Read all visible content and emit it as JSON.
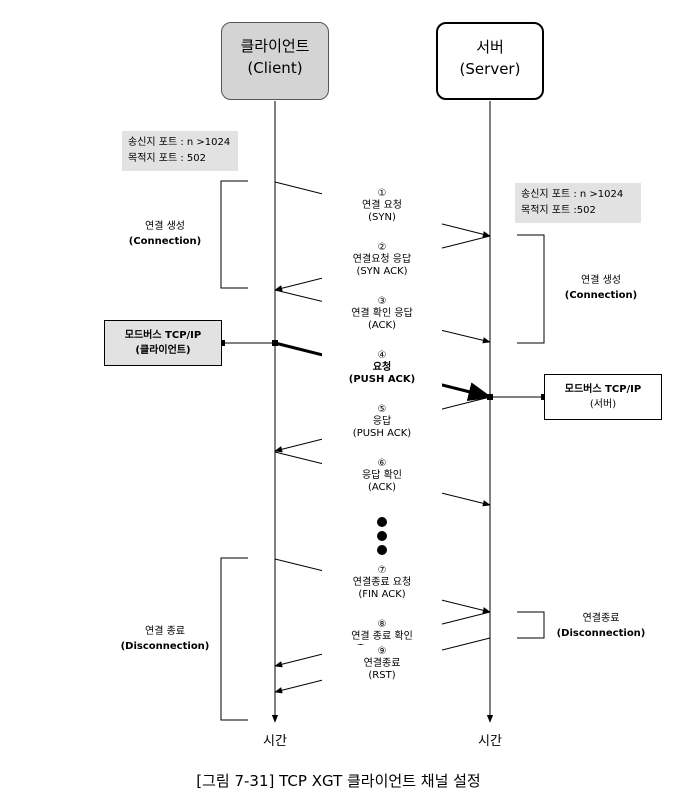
{
  "client": {
    "title": "클라이언트",
    "subtitle": "(Client)"
  },
  "server": {
    "title": "서버",
    "subtitle": "(Server)"
  },
  "client_ports": {
    "line1": "송신지 포트 : n >1024",
    "line2": "목적지 포트 : 502"
  },
  "server_ports": {
    "line1": "송신지 포트 : n >1024",
    "line2": "목적지 포트 :502"
  },
  "phases": {
    "client_connect": {
      "label": "연결 생성",
      "sub": "(Connection)"
    },
    "server_connect": {
      "label": "연결 생성",
      "sub": "(Connection)"
    },
    "client_disconnect": {
      "label": "연결 종료",
      "sub": "(Disconnection)"
    },
    "server_disconnect": {
      "label": "연결종료",
      "sub": "(Disconnection)"
    }
  },
  "modbus_client": {
    "label": "모드버스 TCP/IP",
    "sub": "(클라이언트)"
  },
  "modbus_server": {
    "label": "모드버스 TCP/IP",
    "sub": "(서버)"
  },
  "messages": [
    {
      "num": "①",
      "label": "연결 요청",
      "sub": "(SYN)"
    },
    {
      "num": "②",
      "label": "연결요청 응답",
      "sub": "(SYN ACK)"
    },
    {
      "num": "③",
      "label": "연결 확인 응답",
      "sub": "(ACK)"
    },
    {
      "num": "④",
      "label": "요청",
      "sub": "(PUSH ACK)"
    },
    {
      "num": "⑤",
      "label": "응답",
      "sub": "(PUSH ACK)"
    },
    {
      "num": "⑥",
      "label": "응답 확인",
      "sub": "(ACK)"
    },
    {
      "num": "⑦",
      "label": "연결종료 요청",
      "sub": "(FIN ACK)"
    },
    {
      "num": "⑧",
      "label": "연결 종료 확인",
      "sub": ""
    },
    {
      "num": "⑨",
      "label": "연결종료",
      "sub": "(RST)"
    }
  ],
  "axis": {
    "client_time": "시간",
    "server_time": "시간"
  },
  "caption": "[그림 7-31] TCP XGT 클라이언트 채널 설정"
}
